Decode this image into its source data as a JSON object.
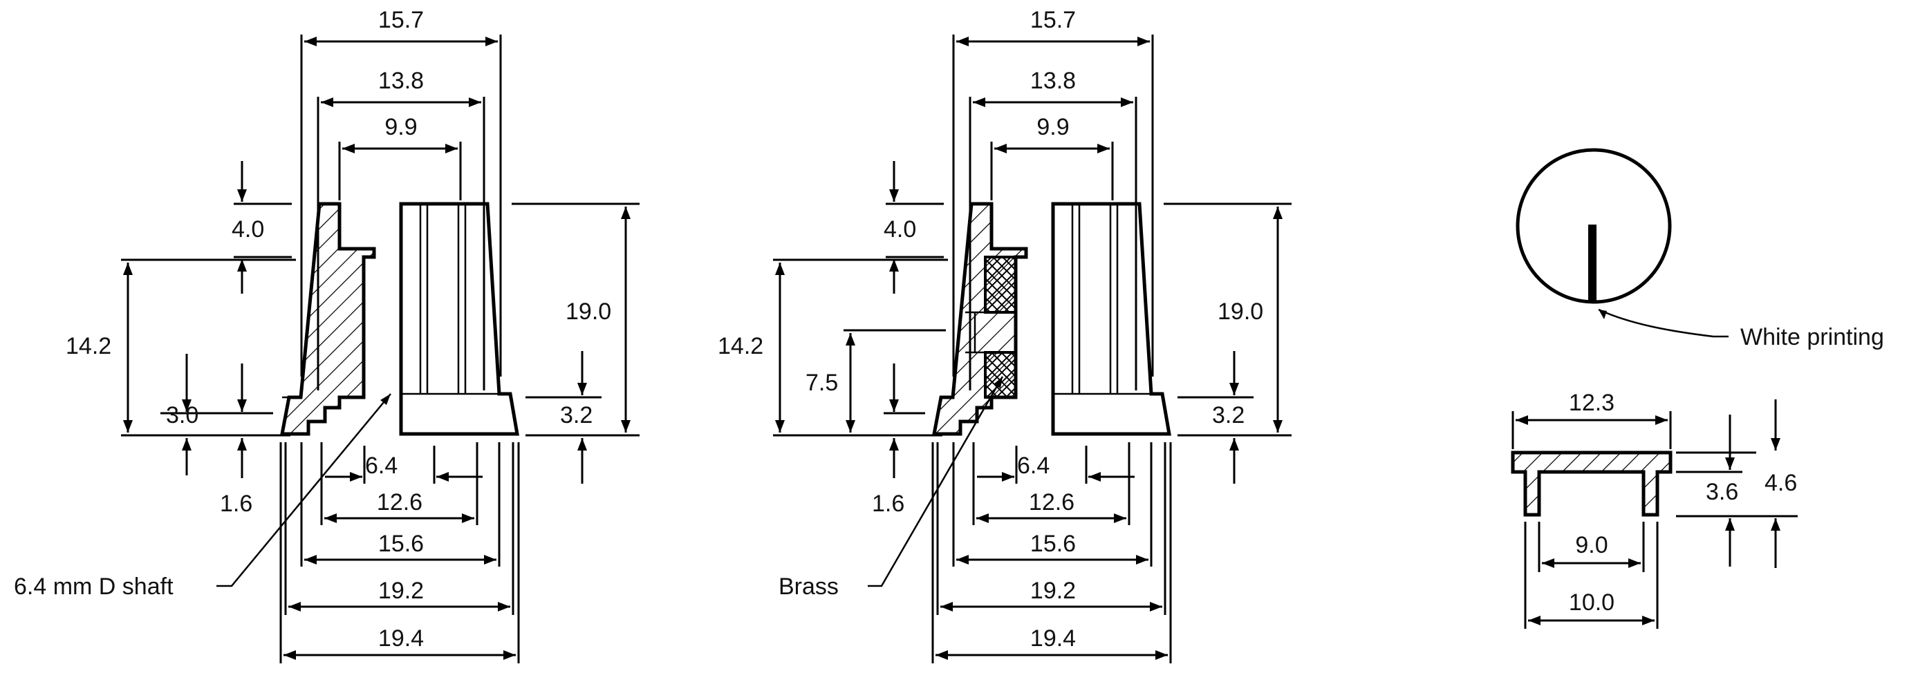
{
  "views": {
    "left": {
      "dims": {
        "top_outer": "15.7",
        "top_mid": "13.8",
        "top_inner": "9.9",
        "cap_height": "4.0",
        "body_height": "14.2",
        "step_height": "3.0",
        "skirt_small": "1.6",
        "overall_height": "19.0",
        "skirt_height": "3.2",
        "shaft": "6.4",
        "bore": "12.6",
        "base_mid": "15.6",
        "base_outer": "19.2",
        "base_overall": "19.4"
      },
      "callout": "6.4 mm D shaft"
    },
    "center": {
      "dims": {
        "top_outer": "15.7",
        "top_mid": "13.8",
        "top_inner": "9.9",
        "cap_height": "4.0",
        "body_height": "14.2",
        "insert_height": "7.5",
        "skirt_small": "1.6",
        "overall_height": "19.0",
        "skirt_height": "3.2",
        "shaft": "6.4",
        "bore": "12.6",
        "base_mid": "15.6",
        "base_outer": "19.2",
        "base_overall": "19.4"
      },
      "callout": "Brass"
    },
    "right": {
      "callout": "White printing",
      "dims": {
        "cap_top": "12.3",
        "lip": "3.6",
        "cap_height": "4.6",
        "inner": "9.0",
        "outer": "10.0"
      }
    }
  },
  "colors": {
    "ink": "#000000",
    "paper": "#ffffff"
  }
}
